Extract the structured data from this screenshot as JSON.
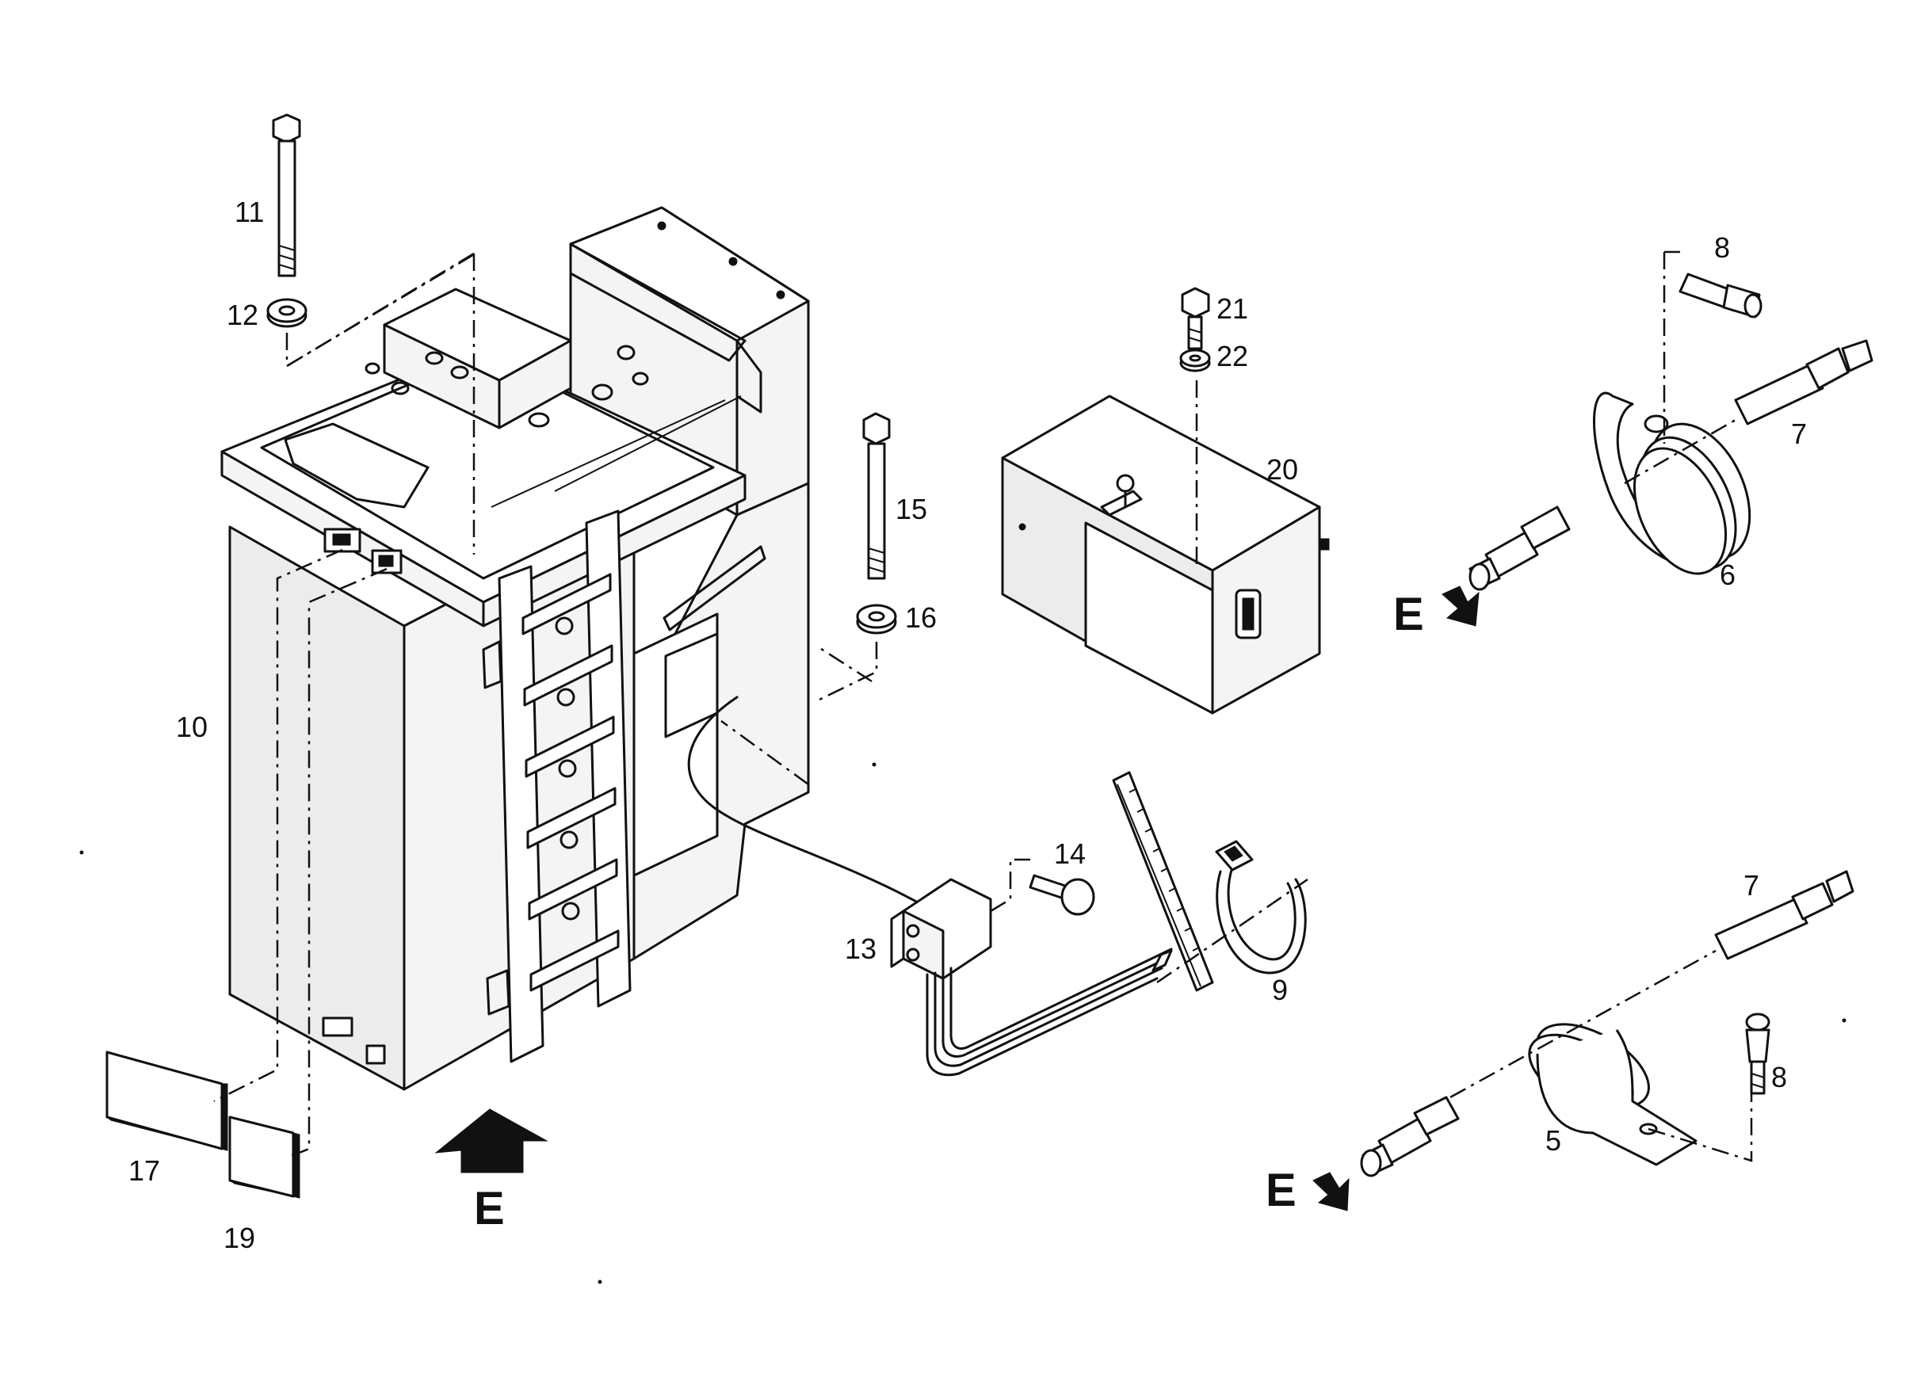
{
  "callouts": {
    "n5": "5",
    "n6": "6",
    "n7a": "7",
    "n7b": "7",
    "n8a": "8",
    "n8b": "8",
    "n9": "9",
    "n10": "10",
    "n11": "11",
    "n12": "12",
    "n13": "13",
    "n14": "14",
    "n15": "15",
    "n16": "16",
    "n17": "17",
    "n19": "19",
    "n20": "20",
    "n21": "21",
    "n22": "22"
  },
  "view_markers": {
    "main": "E",
    "upper_right": "E",
    "lower_right": "E"
  },
  "icons": {
    "view_arrow": "arrow-up-icon",
    "direction_arrow": "arrow-down-right-icon"
  }
}
